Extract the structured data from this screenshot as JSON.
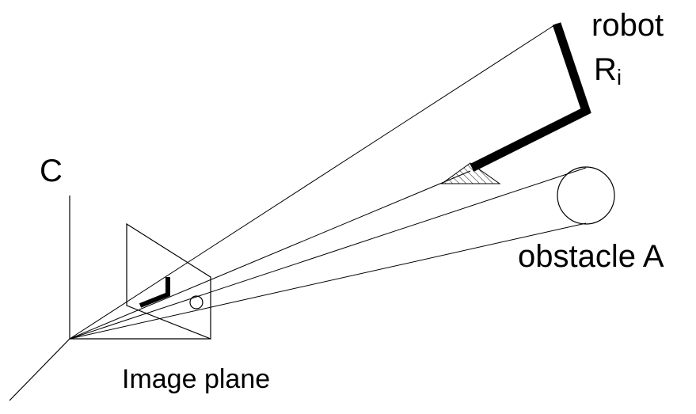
{
  "labels": {
    "camera": "C",
    "robot": "robot",
    "robot_symbol": "R",
    "robot_subscript": "i",
    "obstacle": "obstacle A",
    "image_plane": "Image plane"
  }
}
